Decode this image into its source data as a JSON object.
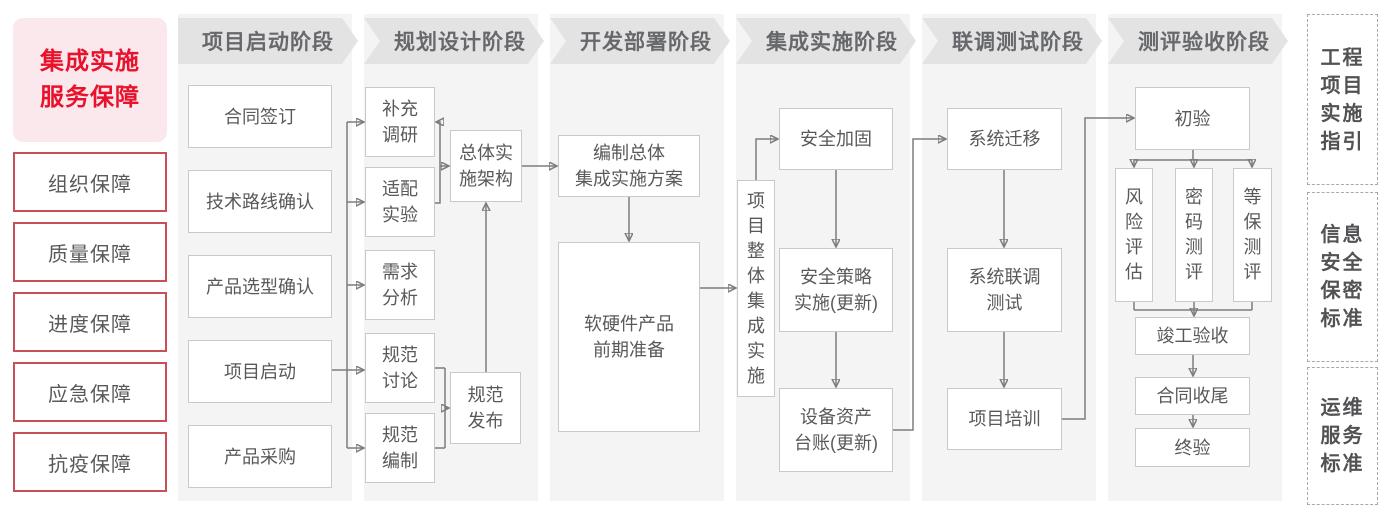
{
  "sidebar": {
    "title": "集成实施\n服务保障",
    "items": [
      "组织保障",
      "质量保障",
      "进度保障",
      "应急保障",
      "抗疫保障"
    ]
  },
  "phases": [
    {
      "header": "项目启动阶段",
      "boxes": [
        "合同签订",
        "技术路线确认",
        "产品选型确认",
        "项目启动",
        "产品采购"
      ]
    },
    {
      "header": "规划设计阶段",
      "boxes": [
        "补充\n调研",
        "适配\n实验",
        "需求\n分析",
        "规范\n讨论",
        "规范\n编制",
        "总体实\n施架构",
        "规范\n发布"
      ]
    },
    {
      "header": "开发部署阶段",
      "boxes": [
        "编制总体\n集成实施方案",
        "软硬件产品\n前期准备"
      ]
    },
    {
      "header": "集成实施阶段",
      "boxes": [
        "项\n目\n整\n体\n集\n成\n实\n施",
        "安全加固",
        "安全策略\n实施(更新)",
        "设备资产\n台账(更新)"
      ]
    },
    {
      "header": "联调测试阶段",
      "boxes": [
        "系统迁移",
        "系统联调\n测试",
        "项目培训"
      ]
    },
    {
      "header": "测评验收阶段",
      "boxes": [
        "初验",
        "风\n险\n评\n估",
        "密\n码\n测\n评",
        "等\n保\n测\n评",
        "竣工验收",
        "合同收尾",
        "终验"
      ]
    }
  ],
  "standards": [
    "工程\n项目\n实施\n指引",
    "信息\n安全\n保密\n标准",
    "运维\n服务\n标准"
  ],
  "colors": {
    "accent_red": "#e8122d",
    "pink_background": "#fbe8ec",
    "red_box_border": "#c75058",
    "header_band": "#e3e3e4",
    "column_panel": "#f4f4f5",
    "flow_box_border": "#c9c9c9",
    "flow_text": "#595959",
    "connector_gray": "#7d7d7d"
  }
}
